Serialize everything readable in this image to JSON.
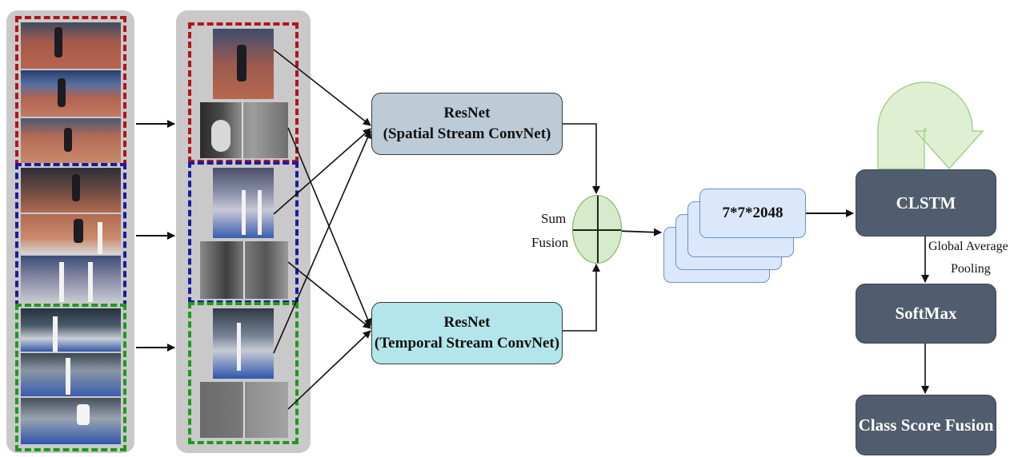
{
  "spatial_resnet": {
    "line1": "ResNet",
    "line2": "(Spatial Stream ConvNet)"
  },
  "temporal_resnet": {
    "line1": "ResNet",
    "line2": "(Temporal Stream ConvNet)"
  },
  "sum_fusion": {
    "line1": "Sum",
    "line2": "Fusion"
  },
  "feature_map": {
    "label": "7*7*2048"
  },
  "clstm": {
    "label": "CLSTM"
  },
  "pooling": {
    "line1": "Global Average",
    "line2": "Pooling"
  },
  "softmax": {
    "label": "SoftMax"
  },
  "class_score": {
    "label": "Class Score Fusion"
  },
  "colors": {
    "segment_1": "#b5121b",
    "segment_2": "#1a1aa0",
    "segment_3": "#1c9a1c",
    "spatial_box": "#bccbd6",
    "temporal_box": "#b3e6ea",
    "fusion_circle": "#d5ebc9",
    "feature_map": "#dbe8fb",
    "dark_box": "#505d6e",
    "recurrent_arrow": "#dff0d2"
  }
}
